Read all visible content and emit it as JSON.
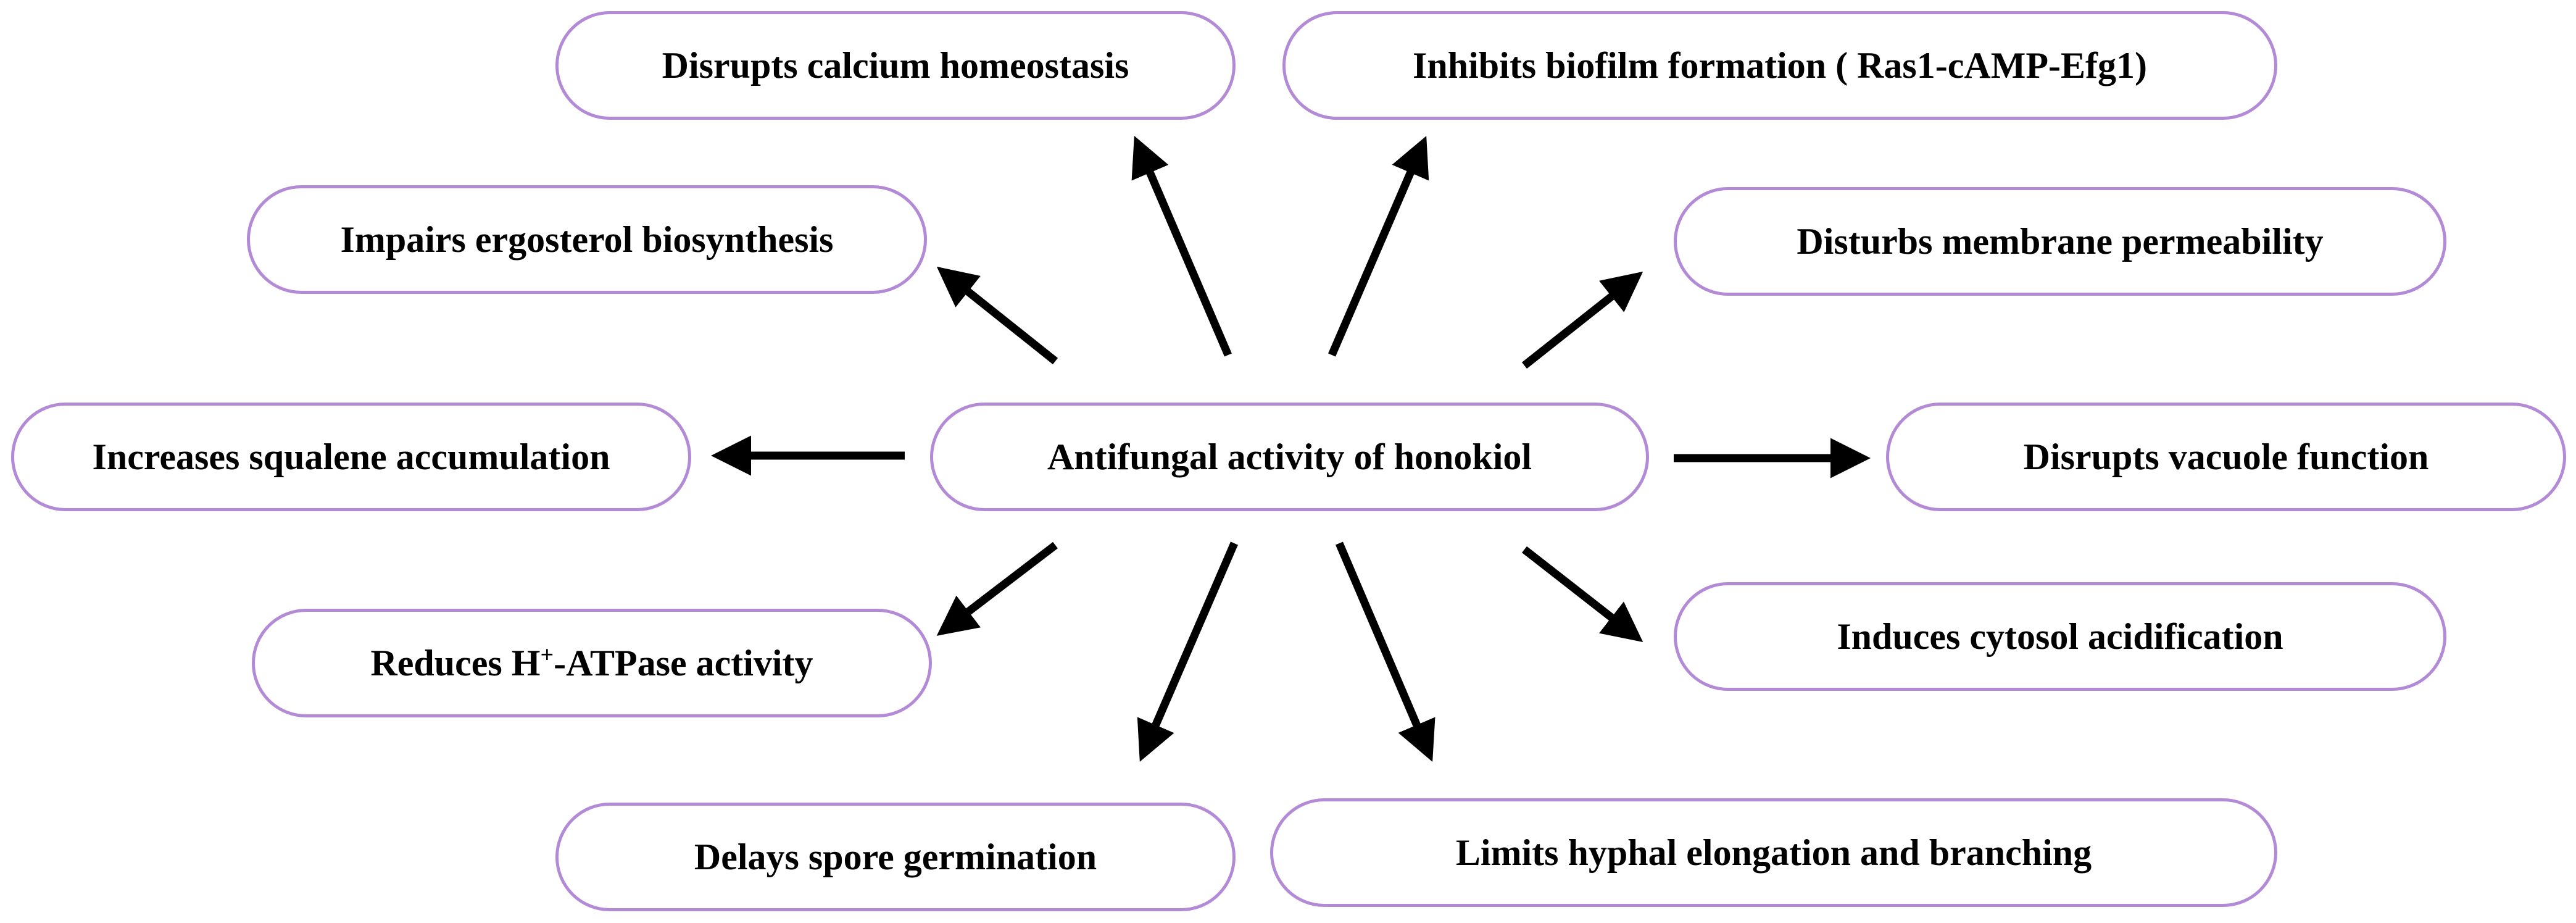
{
  "diagram": {
    "center": "Antifungal activity of honokiol",
    "effects": {
      "calcium": "Disrupts calcium homeostasis",
      "biofilm": "Inhibits biofilm formation ( Ras1-cAMP-Efg1)",
      "ergosterol": "Impairs ergosterol biosynthesis",
      "membrane": "Disturbs membrane permeability",
      "squalene": "Increases squalene accumulation",
      "vacuole": "Disrupts vacuole function",
      "atpase_prefix": "Reduces H",
      "atpase_sup": "+",
      "atpase_suffix": "-ATPase activity",
      "cytosol": "Induces cytosol acidification",
      "spore": "Delays spore germination",
      "hyphal": "Limits hyphal elongation and branching"
    },
    "colors": {
      "box_border": "#b38ad6",
      "arrow": "#000000",
      "text": "#000000"
    }
  }
}
